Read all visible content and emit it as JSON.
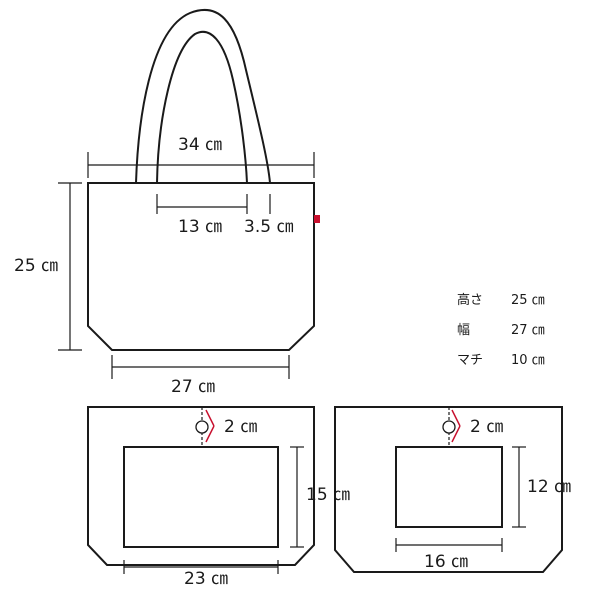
{
  "main_view": {
    "height_label": "25 ㎝",
    "top_width_label": "34 ㎝",
    "bottom_width_label": "27 ㎝",
    "handle_spacing_label": "13 ㎝",
    "handle_width_label": "3.5 ㎝"
  },
  "spec_table": [
    {
      "key": "高さ",
      "value": "25 ㎝"
    },
    {
      "key": "幅",
      "value": "27 ㎝"
    },
    {
      "key": "マチ",
      "value": "10 ㎝"
    }
  ],
  "front_pocket": {
    "offset_label": "2 ㎝",
    "height_label": "15 ㎝",
    "width_label": "23 ㎝"
  },
  "back_pocket": {
    "offset_label": "2 ㎝",
    "height_label": "12 ㎝",
    "width_label": "16 ㎝"
  },
  "colors": {
    "accent": "#c8102e",
    "line": "#1a1a1a"
  }
}
